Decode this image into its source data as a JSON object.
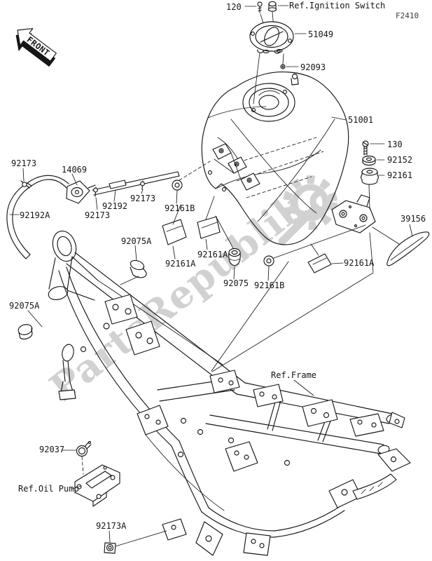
{
  "diagram_code": "F2410",
  "front_arrow": {
    "label": "FRONT"
  },
  "watermark": {
    "text": "PartsRepublik",
    "color": "#c9c9c9"
  },
  "refs": {
    "ignition": "Ref.Ignition Switch",
    "frame": "Ref.Frame",
    "oil_pump": "Ref.Oil Pump"
  },
  "parts": {
    "n120": "120",
    "n51049": "51049",
    "n92093": "92093",
    "n51001": "51001",
    "n130": "130",
    "n92152": "92152",
    "n92161": "92161",
    "n39156": "39156",
    "n92173": "92173",
    "n14069": "14069",
    "n92192a": "92192A",
    "n92192": "92192",
    "n92161b": "92161B",
    "n92161a": "92161A",
    "n92075a": "92075A",
    "n92075": "92075",
    "n92037": "92037",
    "n92173a": "92173A"
  }
}
